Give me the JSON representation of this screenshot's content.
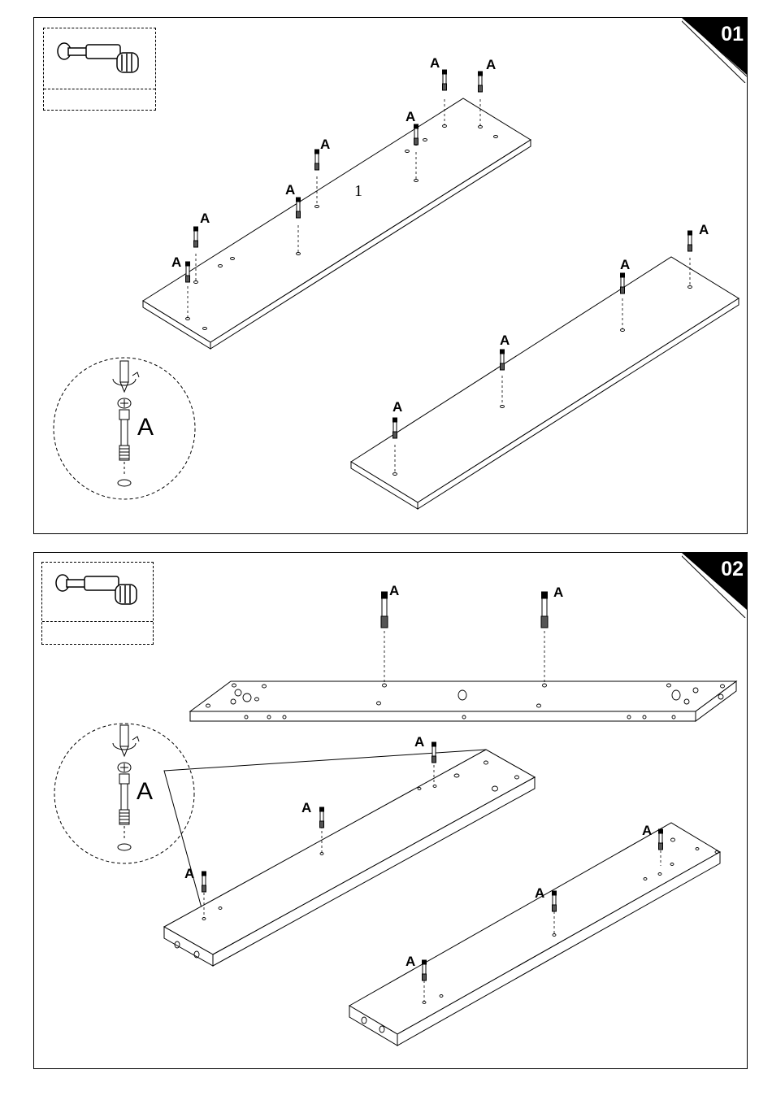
{
  "steps": [
    {
      "number": "01",
      "hardware_label": "A",
      "hardware_qty": "",
      "part_label": "1",
      "part_labels": [
        "A",
        "A",
        "A",
        "A",
        "A",
        "A",
        "A",
        "A",
        "A",
        "A",
        "A",
        "A"
      ]
    },
    {
      "number": "02",
      "hardware_label": "A",
      "hardware_qty": "",
      "part_labels": [
        "A",
        "A",
        "A",
        "A",
        "A",
        "A",
        "A",
        "A",
        "A"
      ]
    }
  ],
  "colors": {
    "ink": "#000000",
    "paper": "#ffffff"
  },
  "icons": [
    "cam-bolt-icon",
    "screwdriver-detail-icon"
  ]
}
